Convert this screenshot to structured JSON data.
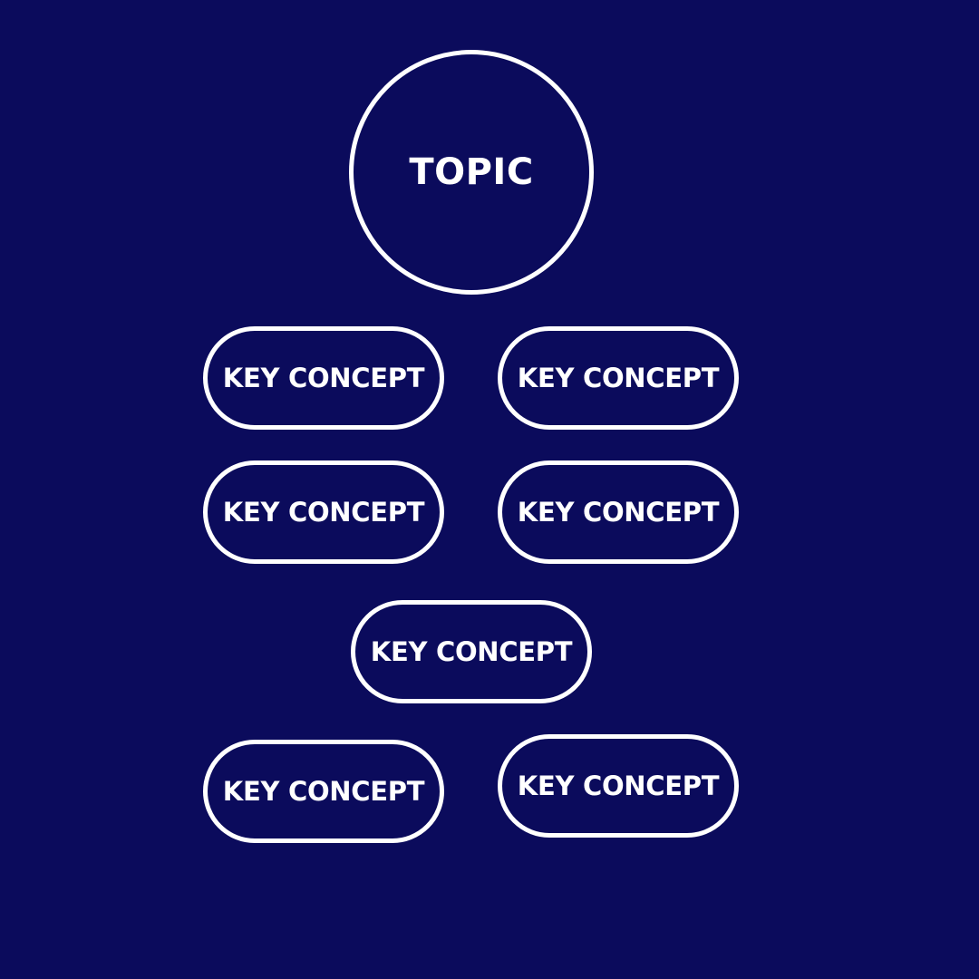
{
  "background_color": "#0b0b5c",
  "stroke_color": "#ffffff",
  "topic": {
    "label": "TOPIC"
  },
  "key_concepts": [
    {
      "label": "KEY CONCEPT"
    },
    {
      "label": "KEY CONCEPT"
    },
    {
      "label": "KEY CONCEPT"
    },
    {
      "label": "KEY CONCEPT"
    },
    {
      "label": "KEY CONCEPT"
    },
    {
      "label": "KEY CONCEPT"
    },
    {
      "label": "KEY CONCEPT"
    }
  ]
}
